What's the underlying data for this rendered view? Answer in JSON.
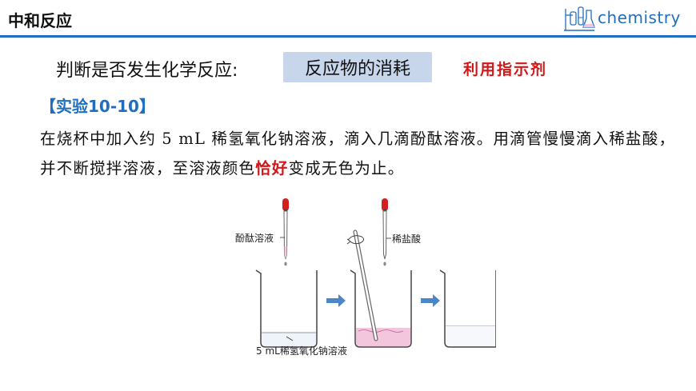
{
  "header": {
    "title": "中和反应",
    "logo_text": "chemistry"
  },
  "question": {
    "text": "判断是否发生化学反应:",
    "answer": "反应物的消耗",
    "method": "利用指示剂"
  },
  "experiment": {
    "label": "【实验10-10】",
    "text_part1": "在烧杯中加入约 5 mL 稀氢氧化钠溶液，滴入几滴酚酞溶液。用滴管慢慢滴入稀盐酸，并不断搅拌溶液，至溶液颜色",
    "text_highlight": "恰好",
    "text_part2": "变成无色为止。"
  },
  "figure": {
    "label_phenolphthalein": "酚酞溶液",
    "label_hcl": "稀盐酸",
    "label_naoh": "5 mL稀氢氧化钠溶液"
  },
  "colors": {
    "accent_blue": "#1f6fc1",
    "highlight_red": "#d01818",
    "answer_box": "#c8d6ec",
    "pink_solution": "#f3c6de"
  }
}
